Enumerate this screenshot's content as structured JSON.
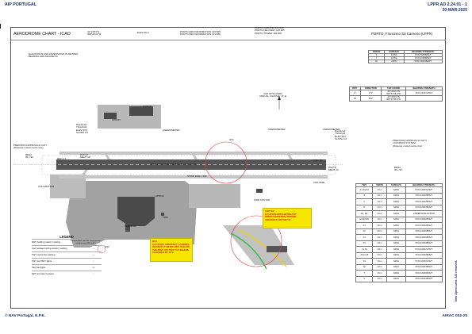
{
  "header": {
    "left": "AIP PORTUGAL",
    "right_line1": "LPPR AD 2.24.01 - 1",
    "right_line2": "20-MAR-2025"
  },
  "footer": {
    "left": "© NAV Portugal, E.P.E.",
    "right": "AIRAC 002-25"
  },
  "side_note": "New Apron area: AIS removed.",
  "chart": {
    "title": "AERODROME CHART - ICAO",
    "coords": [
      "41°14'53\"N",
      "008°40'41\"W"
    ],
    "elev": "ELEV 69 m",
    "freq_center": [
      "PORTO ARR INFORMATION 126.525",
      "PORTO DEP INFORMATION 121.680"
    ],
    "freq_right": [
      "PORTO GROUND 121.945",
      "PORTO DELIVERY 118.935",
      "PORTO TOWER 118.000"
    ],
    "aerodrome": "PORTO, Francisco Sá Carneiro (LPPR)",
    "elev_note": [
      "ELEVATIONS AND DIMENSIONS IN METRES",
      "BEARING ARE MAGNETIC"
    ],
    "var_note": [
      "VAR 03°W (2020)",
      "ANNUAL CHANGE: 11' E"
    ],
    "runway_label": "RWY 17/35  3480 x 45 Bituminous (asphalt)",
    "strip_label": "STRIP 3600 x 300"
  },
  "labels": {
    "anemometer": "ANEMOMETER",
    "apron": "APRON",
    "cargo": "CARGO",
    "fire_station": "FIRE STATION",
    "terminal": "TERMINAL",
    "twr": "TWR",
    "collimation": "COLLIMATION",
    "hs1": "HS1",
    "hs2": "HS2",
    "displaced_threshold_l": [
      "Displaced",
      "Threshold",
      "ELEV 68.6",
      "SLOPE 0.0"
    ],
    "displaced_threshold_r": [
      "Displaced",
      "Threshold",
      "ELEV 68.0",
      "SLOPE 0.0"
    ],
    "papi_l": [
      "PAPI 3°",
      "MEHT 18"
    ],
    "papi_r": [
      "PAPI 3°",
      "MEHT 16"
    ],
    "precision_l": [
      "PRECISION APPROACH CAT I",
      "(Distance coded centre line)"
    ],
    "precision_r": [
      "PRECISION APPROACH CAT II",
      "LOW-PASS SYSTEM",
      "(Distance coded centre line)"
    ],
    "resa_l": [
      "RESA",
      "90 x 90"
    ],
    "resa_r": [
      "RESA",
      "90 x 90"
    ],
    "rwy_l": "RWY 17",
    "rwy_r": "RWY 35",
    "vor_dme": "VOR DME"
  },
  "hotspots": {
    "hs1": [
      "HS1",
      "CAUTION: AIRCRAFT LANDING",
      "ON RWY17, MUST NOT VACATE",
      "THE RWY VIA TWY A2 UNLESS",
      "CLEARED BY ATC"
    ],
    "hs2": [
      "TWY E2",
      "CAUTION WITH JETBLAST",
      "WHEN CROSSING BEHIND",
      "AIRCRAFT ON TWY D"
    ]
  },
  "apron_table": {
    "headers": [
      "APRON",
      "SURFACE",
      "BEARING STRENGTH"
    ],
    "rows": [
      [
        "S",
        "CONC",
        "PCN 71/R/B/W/T"
      ],
      [
        "7",
        "CONC",
        "PCN 67/R/B/W/T"
      ],
      [
        "W",
        "ASPH",
        "PCN 130/F/B/W/T"
      ]
    ]
  },
  "rwy_table": {
    "headers": [
      "RWY",
      "DIRECTION",
      "THR COORD",
      "BEARING STRENGTH"
    ],
    "rows": [
      [
        "17",
        "171°",
        [
          "41°14'49.1\"N",
          "008°41'09.2\"W"
        ],
        "PCN 100/F/C/W/T"
      ],
      [
        "35",
        "351°",
        [
          "41°13'48.0\"N",
          "008°40'56.9\"W"
        ],
        ""
      ]
    ]
  },
  "twy_table": {
    "headers": [
      "TWY",
      "WIDTH",
      "SURFACE",
      "BEARING STRENGTH"
    ],
    "rows": [
      [
        "A1,A2,A3",
        "23 m",
        "ASPH",
        "PCN 100/F/C/W/T"
      ],
      [
        "A",
        "23 m",
        "ASPH",
        "PCN 100/F/B/W/T"
      ],
      [
        "C",
        "23 m",
        "ASPH",
        "PCN 100/F/B/W/T"
      ],
      [
        "D",
        "23 m",
        "ASPH",
        "PCN 100/F/B/W/T"
      ],
      [
        "E1, E2",
        "23 m",
        "ASPH",
        "UNDER EVALUATION"
      ],
      [
        "E3,E4,E5",
        "23 m",
        "ASPH",
        "PCN 100/F/B/W/T"
      ],
      [
        "F1",
        "23 m",
        "ASPH",
        "PCN 100/F/B/W/T"
      ],
      [
        "F2",
        "23 m",
        "ASPH",
        "PCN 100/F/B/W/T"
      ],
      [
        "F3",
        "23 m",
        "ASPH",
        "PCN 100/F/B/W/T"
      ],
      [
        "F4",
        "23 m",
        "ASPH",
        "PCN 100/F/B/W/T"
      ],
      [
        "J1,J2",
        "23 m",
        "ASPH",
        "PCN 100/F/C/W/T"
      ],
      [
        "J3,J4,J5",
        "23 m",
        "ASPH",
        "PCN 100/F/B/W/T"
      ],
      [
        "S1",
        "23 m",
        "ASPH",
        "PCN 100/F/C/W/T"
      ],
      [
        "S2",
        "23 m",
        "ASPH",
        "PCN 100/F/B/W/T"
      ],
      [
        "T",
        "23 m",
        "ASPH",
        "PCN 100/F/B/W/T"
      ],
      [
        "V",
        "23 m",
        "ASPH",
        "PCN 100/F/B/W/T"
      ]
    ]
  },
  "legend": {
    "title": "LEGEND",
    "rows": [
      {
        "label": "RWY holding position marking",
        "sym": "Precision RWY CAT II/III / Non precision and precision RWY CAT I"
      },
      {
        "label": "Intermediate holding position marking",
        "sym": ""
      },
      {
        "label": "TWY centre line marking",
        "sym": ""
      },
      {
        "label": "TWY and RWY lights",
        "sym": ""
      },
      {
        "label": "Stop bar lights",
        "sym": ""
      },
      {
        "label": "RWY incursion Hotspot",
        "sym": ""
      }
    ]
  },
  "colors": {
    "brand": "#1a2f6d",
    "hotspot_fill": "#f7e600",
    "hotspot_text": "#c01818",
    "hotspot_ring": "#e04040",
    "taxiway_green": "#33bb44",
    "taxiway_yellow": "#f0d000",
    "pavement": "#b8b8b8",
    "apron": "#9c9c9c",
    "buildings": "#4a4a4a"
  }
}
